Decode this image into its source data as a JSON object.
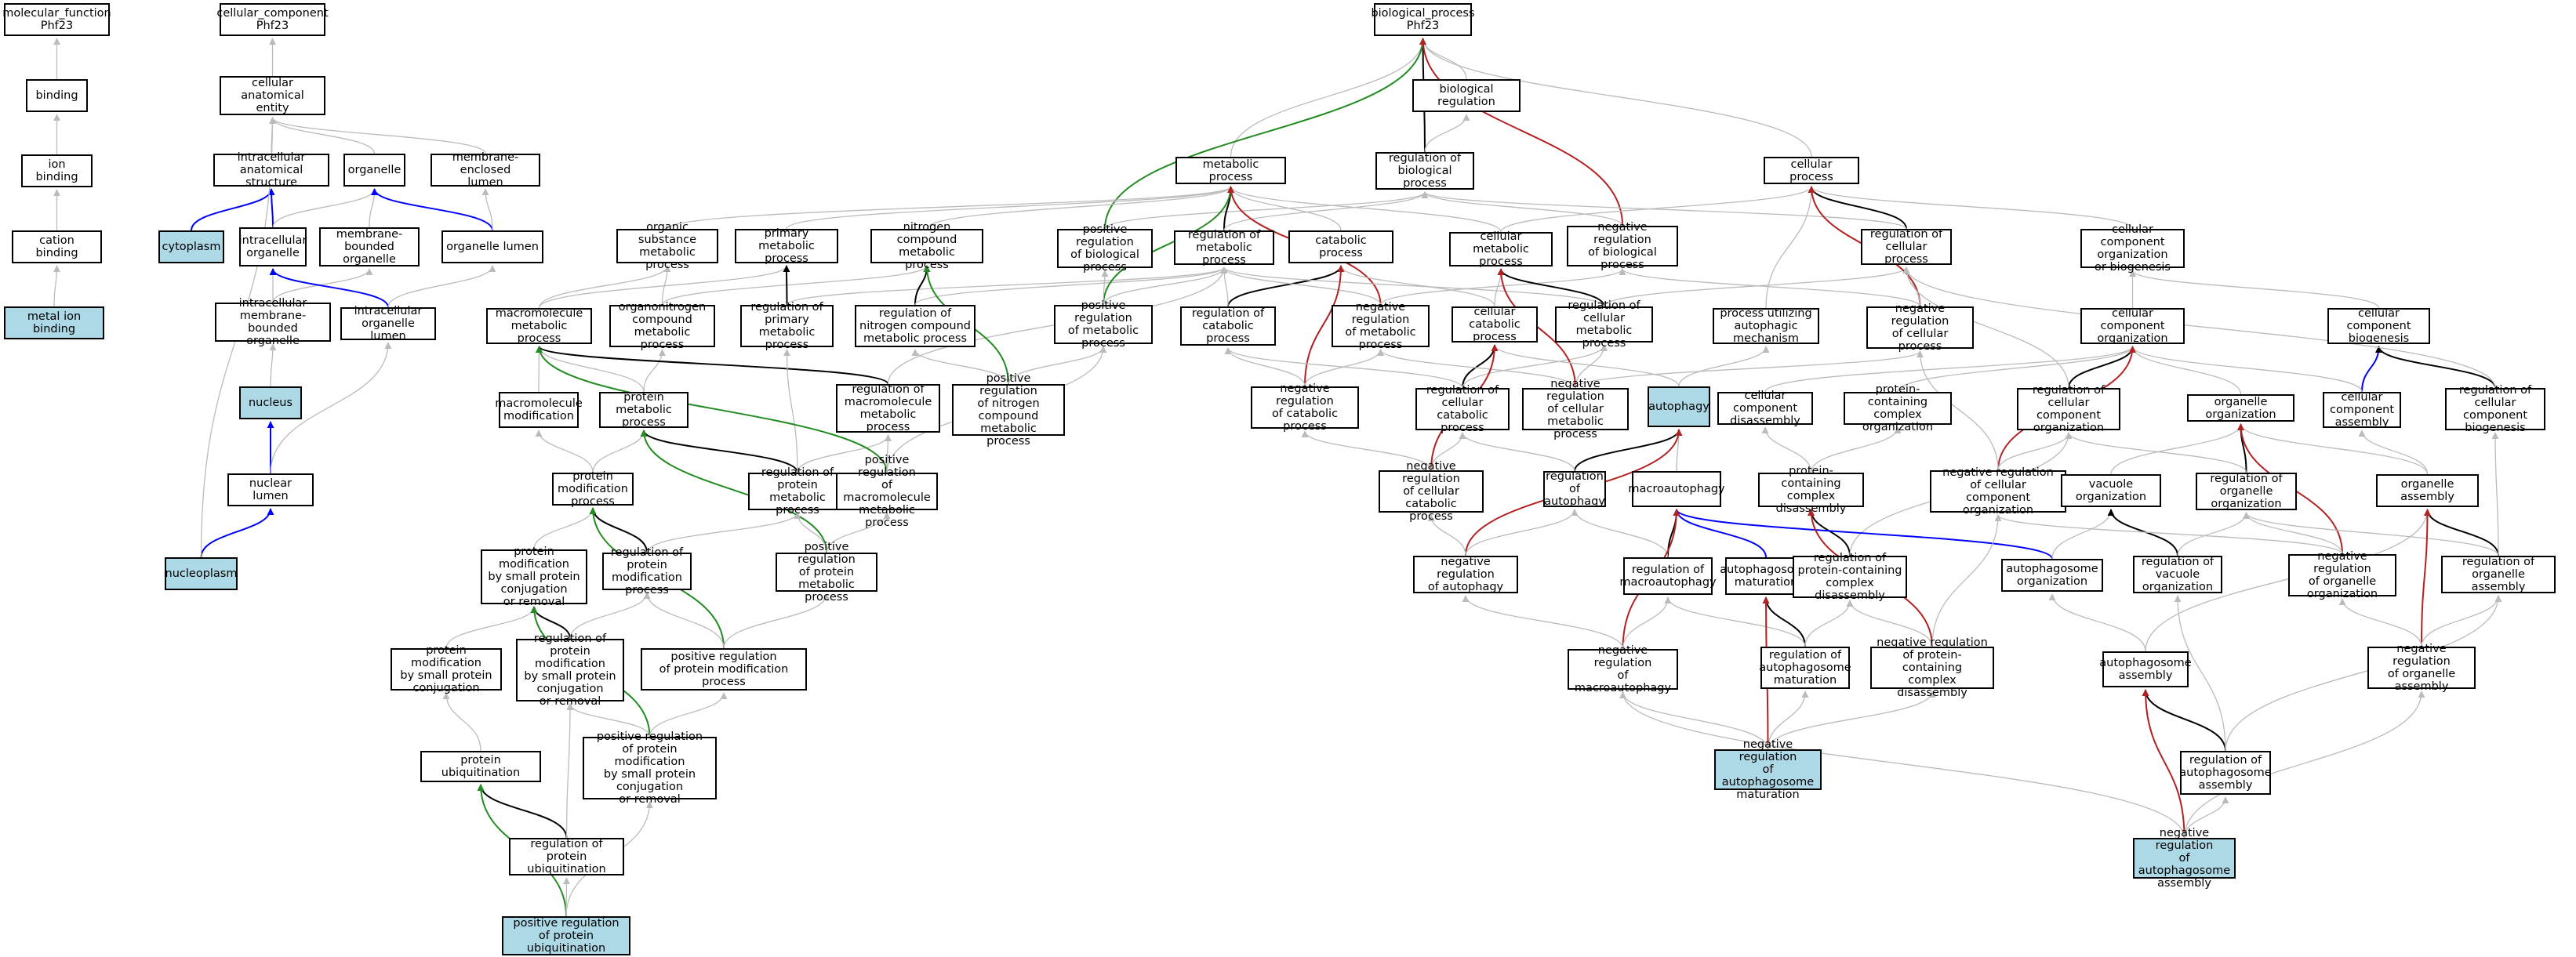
{
  "colors": {
    "highlight": "#add8e6",
    "is_a": "#bbbbbb",
    "part_of": "#0000ff",
    "regulates": "#000000",
    "pos_reg": "#228b22",
    "neg_reg": "#b22222"
  },
  "nodes": [
    {
      "id": "mf",
      "label": "molecular_function\nPhf23"
    },
    {
      "id": "binding",
      "label": "binding"
    },
    {
      "id": "ionb",
      "label": "ion binding"
    },
    {
      "id": "cationb",
      "label": "cation binding"
    },
    {
      "id": "metalb",
      "label": "metal ion binding",
      "hl": true
    },
    {
      "id": "cc",
      "label": "cellular_component\nPhf23"
    },
    {
      "id": "cae",
      "label": "cellular anatomical\nentity"
    },
    {
      "id": "ias",
      "label": "intracellular\nanatomical structure"
    },
    {
      "id": "organelle",
      "label": "organelle"
    },
    {
      "id": "mel",
      "label": "membrane-enclosed\nlumen"
    },
    {
      "id": "cyto",
      "label": "cytoplasm",
      "hl": true
    },
    {
      "id": "io",
      "label": "intracellular\norganelle"
    },
    {
      "id": "mbo",
      "label": "membrane-bounded\norganelle"
    },
    {
      "id": "ol",
      "label": "organelle lumen"
    },
    {
      "id": "imbo",
      "label": "intracellular\nmembrane-bounded\norganelle"
    },
    {
      "id": "iol",
      "label": "intracellular\norganelle lumen"
    },
    {
      "id": "nucleus",
      "label": "nucleus",
      "hl": true
    },
    {
      "id": "nl",
      "label": "nuclear lumen"
    },
    {
      "id": "nucleoplasm",
      "label": "nucleoplasm",
      "hl": true
    },
    {
      "id": "bp",
      "label": "biological_process\nPhf23"
    },
    {
      "id": "br",
      "label": "biological regulation"
    },
    {
      "id": "mp",
      "label": "metabolic process"
    },
    {
      "id": "rbp",
      "label": "regulation of\nbiological process"
    },
    {
      "id": "cp",
      "label": "cellular process"
    },
    {
      "id": "osmp",
      "label": "organic substance\nmetabolic process"
    },
    {
      "id": "pmp",
      "label": "primary metabolic\nprocess"
    },
    {
      "id": "ncmp",
      "label": "nitrogen compound\nmetabolic process"
    },
    {
      "id": "prbp",
      "label": "positive regulation\nof biological\nprocess"
    },
    {
      "id": "rmp",
      "label": "regulation of\nmetabolic process"
    },
    {
      "id": "catp",
      "label": "catabolic process"
    },
    {
      "id": "cmp",
      "label": "cellular metabolic\nprocess"
    },
    {
      "id": "nrbp",
      "label": "negative regulation\nof biological\nprocess"
    },
    {
      "id": "rcp",
      "label": "regulation of\ncellular process"
    },
    {
      "id": "ccob",
      "label": "cellular component\norganization\nor biogenesis"
    },
    {
      "id": "macmp",
      "label": "macromolecule\nmetabolic process"
    },
    {
      "id": "oncmp",
      "label": "organonitrogen\ncompound metabolic\nprocess"
    },
    {
      "id": "rpmp",
      "label": "regulation of\nprimary metabolic\nprocess"
    },
    {
      "id": "rncmp",
      "label": "regulation of\nnitrogen compound\nmetabolic process"
    },
    {
      "id": "prmp",
      "label": "positive regulation\nof metabolic\nprocess"
    },
    {
      "id": "rcatp",
      "label": "regulation of\ncatabolic process"
    },
    {
      "id": "nrmp",
      "label": "negative regulation\nof metabolic\nprocess"
    },
    {
      "id": "ccatp",
      "label": "cellular catabolic\nprocess"
    },
    {
      "id": "rcmp",
      "label": "regulation of\ncellular metabolic\nprocess"
    },
    {
      "id": "puam",
      "label": "process utilizing\nautophagic mechanism"
    },
    {
      "id": "nrcp",
      "label": "negative regulation\nof cellular\nprocess"
    },
    {
      "id": "cco",
      "label": "cellular component\norganization"
    },
    {
      "id": "ccb",
      "label": "cellular component\nbiogenesis"
    },
    {
      "id": "mmod",
      "label": "macromolecule\nmodification"
    },
    {
      "id": "protmp",
      "label": "protein metabolic\nprocess"
    },
    {
      "id": "rmacmp",
      "label": "regulation of\nmacromolecule\nmetabolic process"
    },
    {
      "id": "prncmp",
      "label": "positive regulation\nof nitrogen\ncompound metabolic\nprocess"
    },
    {
      "id": "nrcatp",
      "label": "negative regulation\nof catabolic\nprocess"
    },
    {
      "id": "rccatp",
      "label": "regulation of\ncellular catabolic\nprocess"
    },
    {
      "id": "nrcmp",
      "label": "negative regulation\nof cellular\nmetabolic process"
    },
    {
      "id": "autophagy",
      "label": "autophagy",
      "hl": true
    },
    {
      "id": "ccd",
      "label": "cellular component\ndisassembly"
    },
    {
      "id": "pco",
      "label": "protein-containing\ncomplex organization"
    },
    {
      "id": "rcco",
      "label": "regulation of\ncellular component\norganization"
    },
    {
      "id": "oo",
      "label": "organelle organization"
    },
    {
      "id": "cca",
      "label": "cellular component\nassembly"
    },
    {
      "id": "rccb",
      "label": "regulation of\ncellular component\nbiogenesis"
    },
    {
      "id": "pmodp",
      "label": "protein modification\nprocess"
    },
    {
      "id": "rprotmp",
      "label": "regulation of\nprotein metabolic\nprocess"
    },
    {
      "id": "prmacmp",
      "label": "positive regulation\nof macromolecule\nmetabolic process"
    },
    {
      "id": "nrccatp",
      "label": "negative regulation\nof cellular\ncatabolic process"
    },
    {
      "id": "raut",
      "label": "regulation of\nautophagy"
    },
    {
      "id": "macroaut",
      "label": "macroautophagy"
    },
    {
      "id": "pcd",
      "label": "protein-containing\ncomplex disassembly"
    },
    {
      "id": "nrcco",
      "label": "negative regulation\nof cellular\ncomponent organization"
    },
    {
      "id": "vo",
      "label": "vacuole organization"
    },
    {
      "id": "roo",
      "label": "regulation of\norganelle organization"
    },
    {
      "id": "oa",
      "label": "organelle assembly"
    },
    {
      "id": "pmsp",
      "label": "protein modification\nby small protein\nconjugation\nor removal"
    },
    {
      "id": "rpmodp",
      "label": "regulation of\nprotein modification\nprocess"
    },
    {
      "id": "prprotmp",
      "label": "positive regulation\nof protein metabolic\nprocess"
    },
    {
      "id": "nraut",
      "label": "negative regulation\nof autophagy"
    },
    {
      "id": "rmacroaut",
      "label": "regulation of\nmacroautophagy"
    },
    {
      "id": "apm",
      "label": "autophagosome\nmaturation"
    },
    {
      "id": "rpcd",
      "label": "regulation of\nprotein-containing\ncomplex disassembly"
    },
    {
      "id": "apo",
      "label": "autophagosome\norganization"
    },
    {
      "id": "rvo",
      "label": "regulation of\nvacuole organization"
    },
    {
      "id": "nroo",
      "label": "negative regulation\nof organelle\norganization"
    },
    {
      "id": "roa",
      "label": "regulation of\norganelle assembly"
    },
    {
      "id": "pmspc",
      "label": "protein modification\nby small protein\nconjugation"
    },
    {
      "id": "rpmsp",
      "label": "regulation of\nprotein modification\nby small protein\nconjugation\nor removal"
    },
    {
      "id": "prpmodp",
      "label": "positive regulation\nof protein modification\nprocess"
    },
    {
      "id": "nrmacroaut",
      "label": "negative regulation\nof macroautophagy"
    },
    {
      "id": "rapm",
      "label": "regulation of\nautophagosome\nmaturation"
    },
    {
      "id": "nrpcd",
      "label": "negative regulation\nof protein-containing\ncomplex disassembly"
    },
    {
      "id": "apa",
      "label": "autophagosome\nassembly"
    },
    {
      "id": "nroa",
      "label": "negative regulation\nof organelle\nassembly"
    },
    {
      "id": "pu",
      "label": "protein ubiquitination"
    },
    {
      "id": "prpmsp",
      "label": "positive regulation\nof protein modification\nby small protein\nconjugation\nor removal"
    },
    {
      "id": "nrapm",
      "label": "negative regulation\nof autophagosome\nmaturation",
      "hl": true
    },
    {
      "id": "rapa",
      "label": "regulation of\nautophagosome\nassembly"
    },
    {
      "id": "rpu",
      "label": "regulation of\nprotein ubiquitination"
    },
    {
      "id": "nrapa",
      "label": "negative regulation\nof autophagosome\nassembly",
      "hl": true
    },
    {
      "id": "prpu",
      "label": "positive regulation\nof protein ubiquitination",
      "hl": true
    }
  ],
  "edges": [
    [
      "binding",
      "mf",
      "is_a"
    ],
    [
      "ionb",
      "binding",
      "is_a"
    ],
    [
      "cationb",
      "ionb",
      "is_a"
    ],
    [
      "metalb",
      "cationb",
      "is_a"
    ],
    [
      "cae",
      "cc",
      "is_a"
    ],
    [
      "ias",
      "cae",
      "is_a"
    ],
    [
      "organelle",
      "cae",
      "is_a"
    ],
    [
      "mel",
      "cae",
      "is_a"
    ],
    [
      "cyto",
      "ias",
      "part_of"
    ],
    [
      "io",
      "ias",
      "part_of"
    ],
    [
      "io",
      "organelle",
      "is_a"
    ],
    [
      "mbo",
      "organelle",
      "is_a"
    ],
    [
      "ol",
      "organelle",
      "part_of"
    ],
    [
      "ol",
      "mel",
      "is_a"
    ],
    [
      "imbo",
      "io",
      "is_a"
    ],
    [
      "imbo",
      "mbo",
      "is_a"
    ],
    [
      "iol",
      "io",
      "part_of"
    ],
    [
      "iol",
      "ol",
      "is_a"
    ],
    [
      "nucleus",
      "imbo",
      "is_a"
    ],
    [
      "nl",
      "nucleus",
      "part_of"
    ],
    [
      "nl",
      "iol",
      "is_a"
    ],
    [
      "nucleoplasm",
      "nl",
      "part_of"
    ],
    [
      "nucleoplasm",
      "cae",
      "is_a"
    ],
    [
      "br",
      "bp",
      "is_a"
    ],
    [
      "mp",
      "bp",
      "is_a"
    ],
    [
      "rbp",
      "bp",
      "regulates"
    ],
    [
      "rbp",
      "br",
      "is_a"
    ],
    [
      "cp",
      "bp",
      "is_a"
    ],
    [
      "prbp",
      "bp",
      "pos_reg"
    ],
    [
      "nrbp",
      "bp",
      "neg_reg"
    ],
    [
      "prbp",
      "rbp",
      "is_a"
    ],
    [
      "nrbp",
      "rbp",
      "is_a"
    ],
    [
      "osmp",
      "mp",
      "is_a"
    ],
    [
      "pmp",
      "mp",
      "is_a"
    ],
    [
      "ncmp",
      "mp",
      "is_a"
    ],
    [
      "rmp",
      "mp",
      "regulates"
    ],
    [
      "rmp",
      "rbp",
      "is_a"
    ],
    [
      "catp",
      "mp",
      "is_a"
    ],
    [
      "cmp",
      "mp",
      "is_a"
    ],
    [
      "cmp",
      "cp",
      "is_a"
    ],
    [
      "rcp",
      "cp",
      "regulates"
    ],
    [
      "rcp",
      "rbp",
      "is_a"
    ],
    [
      "ccob",
      "cp",
      "is_a"
    ],
    [
      "macmp",
      "osmp",
      "is_a"
    ],
    [
      "macmp",
      "pmp",
      "is_a"
    ],
    [
      "oncmp",
      "osmp",
      "is_a"
    ],
    [
      "oncmp",
      "ncmp",
      "is_a"
    ],
    [
      "rpmp",
      "pmp",
      "regulates"
    ],
    [
      "rpmp",
      "rmp",
      "is_a"
    ],
    [
      "rncmp",
      "ncmp",
      "regulates"
    ],
    [
      "rncmp",
      "rmp",
      "is_a"
    ],
    [
      "prmp",
      "mp",
      "pos_reg"
    ],
    [
      "prmp",
      "rmp",
      "is_a"
    ],
    [
      "prmp",
      "prbp",
      "is_a"
    ],
    [
      "rcatp",
      "catp",
      "regulates"
    ],
    [
      "rcatp",
      "rmp",
      "is_a"
    ],
    [
      "nrmp",
      "mp",
      "neg_reg"
    ],
    [
      "nrmp",
      "rmp",
      "is_a"
    ],
    [
      "nrmp",
      "nrbp",
      "is_a"
    ],
    [
      "ccatp",
      "catp",
      "is_a"
    ],
    [
      "ccatp",
      "cmp",
      "is_a"
    ],
    [
      "rcmp",
      "cmp",
      "regulates"
    ],
    [
      "rcmp",
      "rmp",
      "is_a"
    ],
    [
      "rcmp",
      "rcp",
      "is_a"
    ],
    [
      "puam",
      "cp",
      "is_a"
    ],
    [
      "nrcp",
      "cp",
      "neg_reg"
    ],
    [
      "nrcp",
      "rcp",
      "is_a"
    ],
    [
      "nrcp",
      "nrbp",
      "is_a"
    ],
    [
      "cco",
      "ccob",
      "is_a"
    ],
    [
      "ccb",
      "ccob",
      "is_a"
    ],
    [
      "mmod",
      "macmp",
      "is_a"
    ],
    [
      "protmp",
      "macmp",
      "is_a"
    ],
    [
      "protmp",
      "oncmp",
      "is_a"
    ],
    [
      "rmacmp",
      "macmp",
      "regulates"
    ],
    [
      "rmacmp",
      "rmp",
      "is_a"
    ],
    [
      "prncmp",
      "ncmp",
      "pos_reg"
    ],
    [
      "prncmp",
      "rncmp",
      "is_a"
    ],
    [
      "prncmp",
      "prmp",
      "is_a"
    ],
    [
      "nrcatp",
      "catp",
      "neg_reg"
    ],
    [
      "nrcatp",
      "rcatp",
      "is_a"
    ],
    [
      "nrcatp",
      "nrmp",
      "is_a"
    ],
    [
      "rccatp",
      "ccatp",
      "regulates"
    ],
    [
      "rccatp",
      "rcatp",
      "is_a"
    ],
    [
      "rccatp",
      "rcmp",
      "is_a"
    ],
    [
      "nrcmp",
      "cmp",
      "neg_reg"
    ],
    [
      "nrcmp",
      "rcmp",
      "is_a"
    ],
    [
      "nrcmp",
      "nrmp",
      "is_a"
    ],
    [
      "nrcmp",
      "nrcp",
      "is_a"
    ],
    [
      "autophagy",
      "puam",
      "is_a"
    ],
    [
      "autophagy",
      "ccatp",
      "is_a"
    ],
    [
      "ccd",
      "cco",
      "is_a"
    ],
    [
      "pco",
      "cco",
      "is_a"
    ],
    [
      "rcco",
      "cco",
      "regulates"
    ],
    [
      "rcco",
      "rcp",
      "is_a"
    ],
    [
      "oo",
      "cco",
      "is_a"
    ],
    [
      "cca",
      "ccb",
      "part_of"
    ],
    [
      "cca",
      "cco",
      "is_a"
    ],
    [
      "rccb",
      "ccb",
      "regulates"
    ],
    [
      "rccb",
      "rcp",
      "is_a"
    ],
    [
      "pmodp",
      "mmod",
      "is_a"
    ],
    [
      "pmodp",
      "protmp",
      "is_a"
    ],
    [
      "rprotmp",
      "protmp",
      "regulates"
    ],
    [
      "rprotmp",
      "rpmp",
      "is_a"
    ],
    [
      "rprotmp",
      "rmacmp",
      "is_a"
    ],
    [
      "prmacmp",
      "macmp",
      "pos_reg"
    ],
    [
      "prmacmp",
      "rmacmp",
      "is_a"
    ],
    [
      "prmacmp",
      "prmp",
      "is_a"
    ],
    [
      "nrccatp",
      "ccatp",
      "neg_reg"
    ],
    [
      "nrccatp",
      "rccatp",
      "is_a"
    ],
    [
      "nrccatp",
      "nrcatp",
      "is_a"
    ],
    [
      "raut",
      "autophagy",
      "regulates"
    ],
    [
      "raut",
      "rccatp",
      "is_a"
    ],
    [
      "macroaut",
      "autophagy",
      "is_a"
    ],
    [
      "pcd",
      "ccd",
      "is_a"
    ],
    [
      "pcd",
      "pco",
      "is_a"
    ],
    [
      "nrcco",
      "cco",
      "neg_reg"
    ],
    [
      "nrcco",
      "rcco",
      "is_a"
    ],
    [
      "nrcco",
      "nrcp",
      "is_a"
    ],
    [
      "vo",
      "oo",
      "is_a"
    ],
    [
      "roo",
      "oo",
      "regulates"
    ],
    [
      "roo",
      "rcco",
      "is_a"
    ],
    [
      "oa",
      "oo",
      "is_a"
    ],
    [
      "oa",
      "cca",
      "is_a"
    ],
    [
      "pmsp",
      "pmodp",
      "is_a"
    ],
    [
      "rpmodp",
      "pmodp",
      "regulates"
    ],
    [
      "rpmodp",
      "rprotmp",
      "is_a"
    ],
    [
      "prprotmp",
      "protmp",
      "pos_reg"
    ],
    [
      "prprotmp",
      "rprotmp",
      "is_a"
    ],
    [
      "prprotmp",
      "prmacmp",
      "is_a"
    ],
    [
      "nraut",
      "autophagy",
      "neg_reg"
    ],
    [
      "nraut",
      "raut",
      "is_a"
    ],
    [
      "nraut",
      "nrccatp",
      "is_a"
    ],
    [
      "rmacroaut",
      "macroaut",
      "regulates"
    ],
    [
      "rmacroaut",
      "raut",
      "is_a"
    ],
    [
      "apm",
      "macroaut",
      "part_of"
    ],
    [
      "rpcd",
      "pcd",
      "regulates"
    ],
    [
      "rpcd",
      "rcco",
      "is_a"
    ],
    [
      "apo",
      "macroaut",
      "part_of"
    ],
    [
      "apo",
      "vo",
      "is_a"
    ],
    [
      "rvo",
      "vo",
      "regulates"
    ],
    [
      "rvo",
      "roo",
      "is_a"
    ],
    [
      "nroo",
      "oo",
      "neg_reg"
    ],
    [
      "nroo",
      "roo",
      "is_a"
    ],
    [
      "nroo",
      "nrcco",
      "is_a"
    ],
    [
      "roa",
      "oa",
      "regulates"
    ],
    [
      "roa",
      "roo",
      "is_a"
    ],
    [
      "roa",
      "rccb",
      "is_a"
    ],
    [
      "pmspc",
      "pmsp",
      "is_a"
    ],
    [
      "rpmsp",
      "pmsp",
      "regulates"
    ],
    [
      "rpmsp",
      "rpmodp",
      "is_a"
    ],
    [
      "prpmodp",
      "pmodp",
      "pos_reg"
    ],
    [
      "prpmodp",
      "rpmodp",
      "is_a"
    ],
    [
      "prpmodp",
      "prprotmp",
      "is_a"
    ],
    [
      "nrmacroaut",
      "macroaut",
      "neg_reg"
    ],
    [
      "nrmacroaut",
      "rmacroaut",
      "is_a"
    ],
    [
      "nrmacroaut",
      "nraut",
      "is_a"
    ],
    [
      "rapm",
      "apm",
      "regulates"
    ],
    [
      "rapm",
      "rmacroaut",
      "is_a"
    ],
    [
      "rapm",
      "rpcd",
      "is_a"
    ],
    [
      "nrpcd",
      "pcd",
      "neg_reg"
    ],
    [
      "nrpcd",
      "rpcd",
      "is_a"
    ],
    [
      "nrpcd",
      "nrcco",
      "is_a"
    ],
    [
      "apa",
      "apo",
      "is_a"
    ],
    [
      "apa",
      "oa",
      "is_a"
    ],
    [
      "nroa",
      "oa",
      "neg_reg"
    ],
    [
      "nroa",
      "roa",
      "is_a"
    ],
    [
      "nroa",
      "nroo",
      "is_a"
    ],
    [
      "pu",
      "pmspc",
      "is_a"
    ],
    [
      "prpmsp",
      "pmsp",
      "pos_reg"
    ],
    [
      "prpmsp",
      "rpmsp",
      "is_a"
    ],
    [
      "prpmsp",
      "prpmodp",
      "is_a"
    ],
    [
      "nrapm",
      "apm",
      "neg_reg"
    ],
    [
      "nrapm",
      "rapm",
      "is_a"
    ],
    [
      "nrapm",
      "nrmacroaut",
      "is_a"
    ],
    [
      "nrapm",
      "nrpcd",
      "is_a"
    ],
    [
      "rapa",
      "apa",
      "regulates"
    ],
    [
      "rapa",
      "roa",
      "is_a"
    ],
    [
      "rapa",
      "rvo",
      "is_a"
    ],
    [
      "rpu",
      "pu",
      "regulates"
    ],
    [
      "rpu",
      "rpmsp",
      "is_a"
    ],
    [
      "nrapa",
      "apa",
      "neg_reg"
    ],
    [
      "nrapa",
      "rapa",
      "is_a"
    ],
    [
      "nrapa",
      "nroa",
      "is_a"
    ],
    [
      "nrapa",
      "nrmacroaut",
      "is_a"
    ],
    [
      "prpu",
      "pu",
      "pos_reg"
    ],
    [
      "prpu",
      "rpu",
      "is_a"
    ],
    [
      "prpu",
      "prpmsp",
      "is_a"
    ]
  ]
}
